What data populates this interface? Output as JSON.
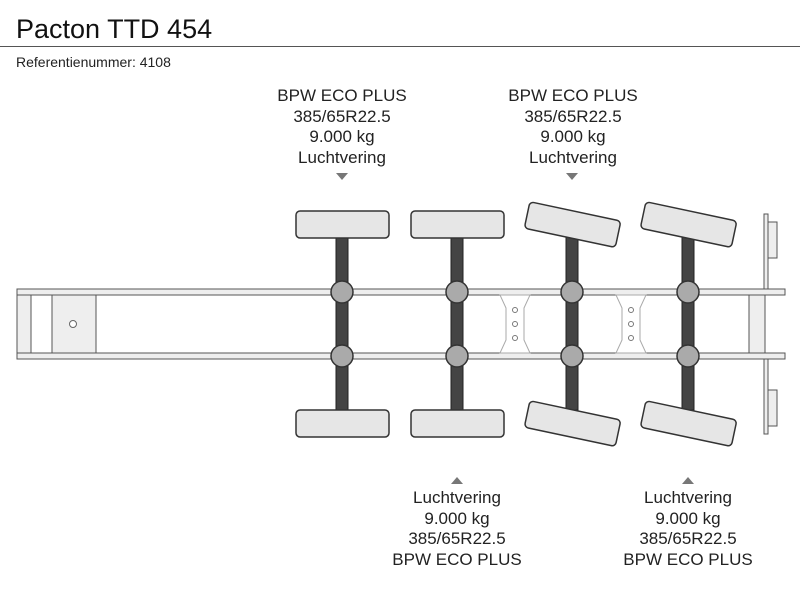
{
  "header": {
    "title": "Pacton TTD 454",
    "reference_label": "Referentienummer: 4108"
  },
  "axles": [
    {
      "brand": "BPW ECO PLUS",
      "tyre": "385/65R22.5",
      "load": "9.000 kg",
      "suspension": "Luchtvering"
    },
    {
      "brand": "BPW ECO PLUS",
      "tyre": "385/65R22.5",
      "load": "9.000 kg",
      "suspension": "Luchtvering"
    },
    {
      "brand": "BPW ECO PLUS",
      "tyre": "385/65R22.5",
      "load": "9.000 kg",
      "suspension": "Luchtvering"
    },
    {
      "brand": "BPW ECO PLUS",
      "tyre": "385/65R22.5",
      "load": "9.000 kg",
      "suspension": "Luchtvering"
    }
  ],
  "colors": {
    "frame_fill": "#eeeeee",
    "outline": "#333333",
    "axle_fill": "#444444",
    "tire_fill": "#e6e6e6",
    "marker": "#777777"
  }
}
